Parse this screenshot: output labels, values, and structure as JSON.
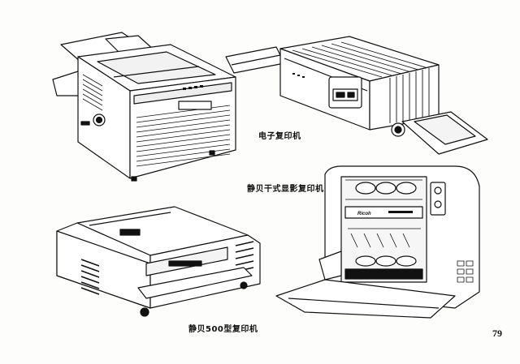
{
  "captions": {
    "electronic_copier": "电子复印机",
    "xerographic_copier": "静贝干式显影复印机",
    "model_500_copier": "静贝500型复印机"
  },
  "page_number": "79",
  "brand_mark": "Ricoh"
}
